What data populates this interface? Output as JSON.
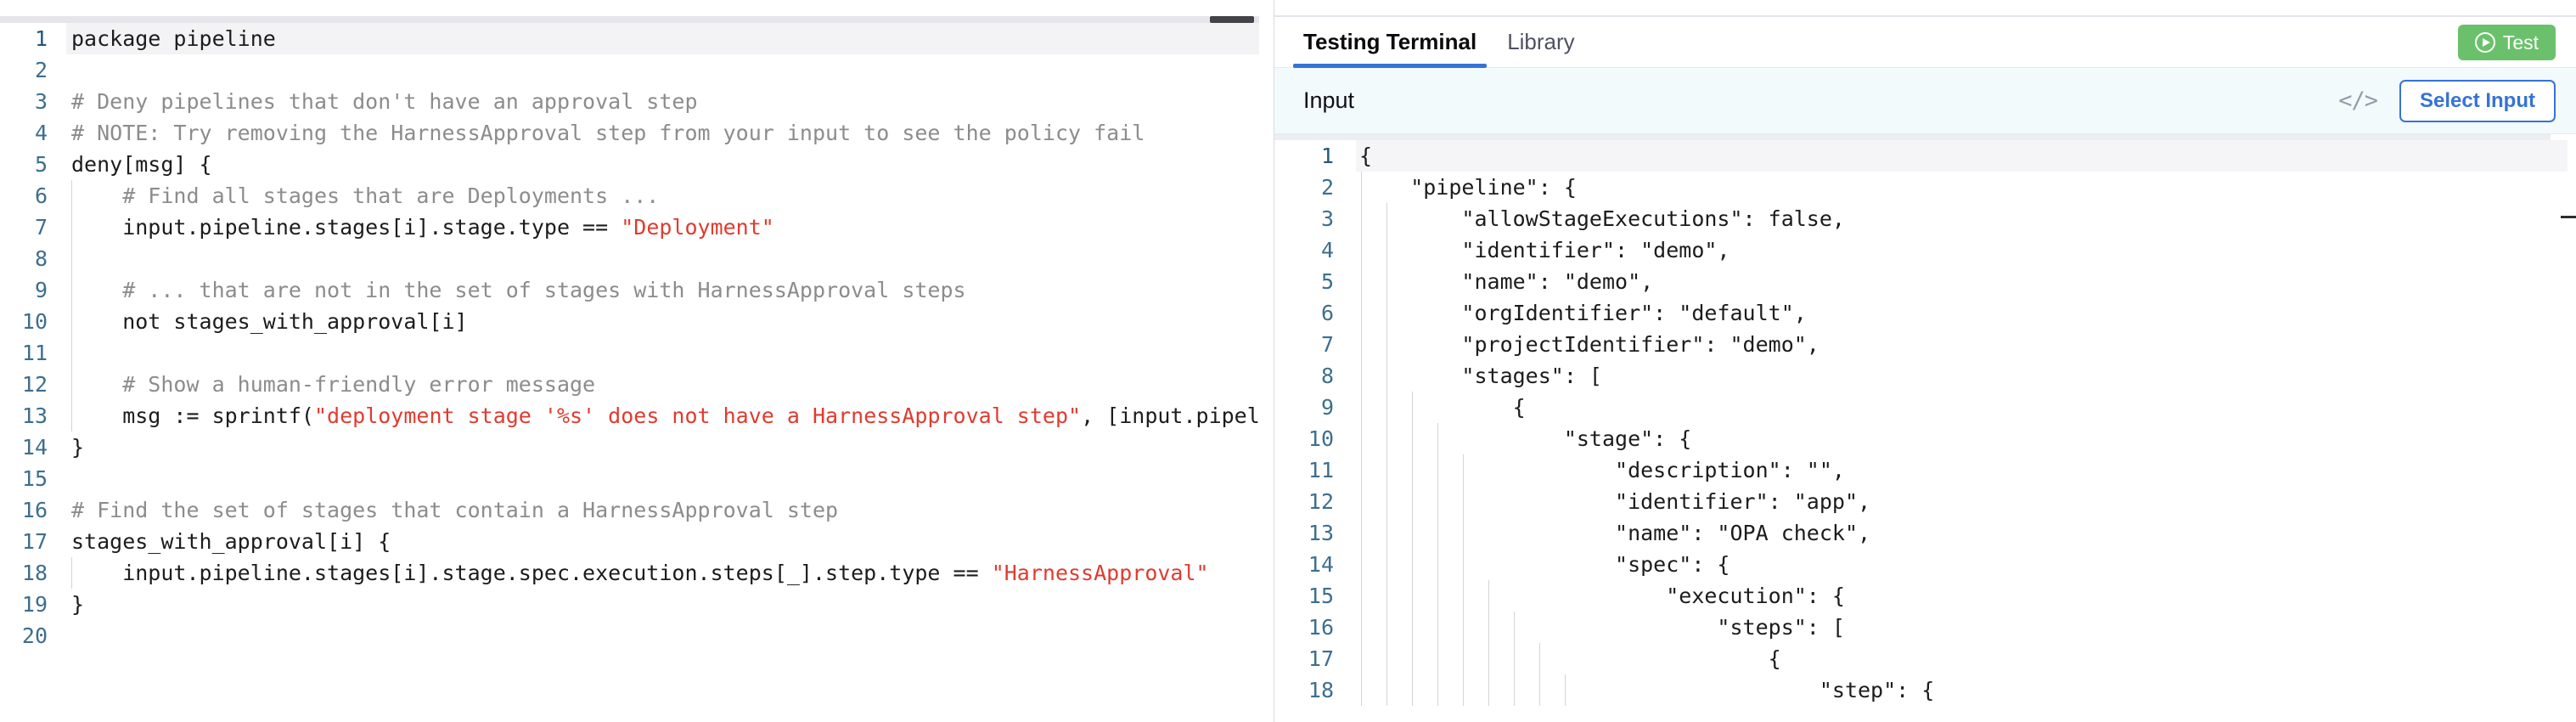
{
  "editor": {
    "name": "rego-policy-editor",
    "language": "rego",
    "scrollbar": {
      "horizontal_present": true,
      "vertical_present": true
    },
    "active_line": 1,
    "total_lines": 20,
    "lines": [
      {
        "n": "1",
        "indent": 0,
        "tokens": [
          {
            "t": "plain",
            "s": "package pipeline"
          }
        ]
      },
      {
        "n": "2",
        "indent": 0,
        "tokens": []
      },
      {
        "n": "3",
        "indent": 0,
        "tokens": [
          {
            "t": "comment",
            "s": "# Deny pipelines that don't have an approval step"
          }
        ]
      },
      {
        "n": "4",
        "indent": 0,
        "tokens": [
          {
            "t": "comment",
            "s": "# NOTE: Try removing the HarnessApproval step from your input to see the policy fail"
          }
        ]
      },
      {
        "n": "5",
        "indent": 0,
        "tokens": [
          {
            "t": "plain",
            "s": "deny[msg] {"
          }
        ]
      },
      {
        "n": "6",
        "indent": 1,
        "tokens": [
          {
            "t": "comment",
            "s": "    # Find all stages that are Deployments ..."
          }
        ]
      },
      {
        "n": "7",
        "indent": 1,
        "tokens": [
          {
            "t": "plain",
            "s": "    input.pipeline.stages[i].stage.type == "
          },
          {
            "t": "string",
            "s": "\"Deployment\""
          }
        ]
      },
      {
        "n": "8",
        "indent": 1,
        "tokens": []
      },
      {
        "n": "9",
        "indent": 1,
        "tokens": [
          {
            "t": "comment",
            "s": "    # ... that are not in the set of stages with HarnessApproval steps"
          }
        ]
      },
      {
        "n": "10",
        "indent": 1,
        "tokens": [
          {
            "t": "plain",
            "s": "    not stages_with_approval[i]"
          }
        ]
      },
      {
        "n": "11",
        "indent": 1,
        "tokens": []
      },
      {
        "n": "12",
        "indent": 1,
        "tokens": [
          {
            "t": "comment",
            "s": "    # Show a human-friendly error message"
          }
        ]
      },
      {
        "n": "13",
        "indent": 1,
        "tokens": [
          {
            "t": "plain",
            "s": "    msg := sprintf("
          },
          {
            "t": "string",
            "s": "\"deployment stage '%s' does not have a HarnessApproval step\""
          },
          {
            "t": "plain",
            "s": ", [input.pipel"
          }
        ]
      },
      {
        "n": "14",
        "indent": 0,
        "tokens": [
          {
            "t": "plain",
            "s": "}"
          }
        ]
      },
      {
        "n": "15",
        "indent": 0,
        "tokens": []
      },
      {
        "n": "16",
        "indent": 0,
        "tokens": [
          {
            "t": "comment",
            "s": "# Find the set of stages that contain a HarnessApproval step"
          }
        ]
      },
      {
        "n": "17",
        "indent": 0,
        "tokens": [
          {
            "t": "plain",
            "s": "stages_with_approval[i] {"
          }
        ]
      },
      {
        "n": "18",
        "indent": 1,
        "tokens": [
          {
            "t": "plain",
            "s": "    input.pipeline.stages[i].stage.spec.execution.steps[_].step.type == "
          },
          {
            "t": "string",
            "s": "\"HarnessApproval\""
          }
        ]
      },
      {
        "n": "19",
        "indent": 0,
        "tokens": [
          {
            "t": "plain",
            "s": "}"
          }
        ]
      },
      {
        "n": "20",
        "indent": 0,
        "tokens": []
      }
    ]
  },
  "right_panel": {
    "tabs": [
      {
        "label": "Testing Terminal",
        "active": true
      },
      {
        "label": "Library",
        "active": false
      }
    ],
    "test_button": {
      "label": "Test",
      "icon": "play-circle-icon",
      "color": "#6bc16b"
    },
    "input_toolbar": {
      "title": "Input",
      "code_icon": "</>",
      "select_input_label": "Select Input",
      "accent_color": "#3573d6",
      "background": "#f3fafc"
    },
    "json_editor": {
      "name": "input-json-editor",
      "active_line": 1,
      "lines": [
        {
          "n": "1",
          "depth": 0,
          "text": "{"
        },
        {
          "n": "2",
          "depth": 1,
          "text": "    \"pipeline\": {"
        },
        {
          "n": "3",
          "depth": 2,
          "text": "        \"allowStageExecutions\": false,"
        },
        {
          "n": "4",
          "depth": 2,
          "text": "        \"identifier\": \"demo\","
        },
        {
          "n": "5",
          "depth": 2,
          "text": "        \"name\": \"demo\","
        },
        {
          "n": "6",
          "depth": 2,
          "text": "        \"orgIdentifier\": \"default\","
        },
        {
          "n": "7",
          "depth": 2,
          "text": "        \"projectIdentifier\": \"demo\","
        },
        {
          "n": "8",
          "depth": 2,
          "text": "        \"stages\": ["
        },
        {
          "n": "9",
          "depth": 3,
          "text": "            {"
        },
        {
          "n": "10",
          "depth": 4,
          "text": "                \"stage\": {"
        },
        {
          "n": "11",
          "depth": 5,
          "text": "                    \"description\": \"\","
        },
        {
          "n": "12",
          "depth": 5,
          "text": "                    \"identifier\": \"app\","
        },
        {
          "n": "13",
          "depth": 5,
          "text": "                    \"name\": \"OPA check\","
        },
        {
          "n": "14",
          "depth": 5,
          "text": "                    \"spec\": {"
        },
        {
          "n": "15",
          "depth": 6,
          "text": "                        \"execution\": {"
        },
        {
          "n": "16",
          "depth": 7,
          "text": "                            \"steps\": ["
        },
        {
          "n": "17",
          "depth": 8,
          "text": "                                {"
        },
        {
          "n": "18",
          "depth": 9,
          "text": "                                    \"step\": {"
        }
      ]
    }
  }
}
